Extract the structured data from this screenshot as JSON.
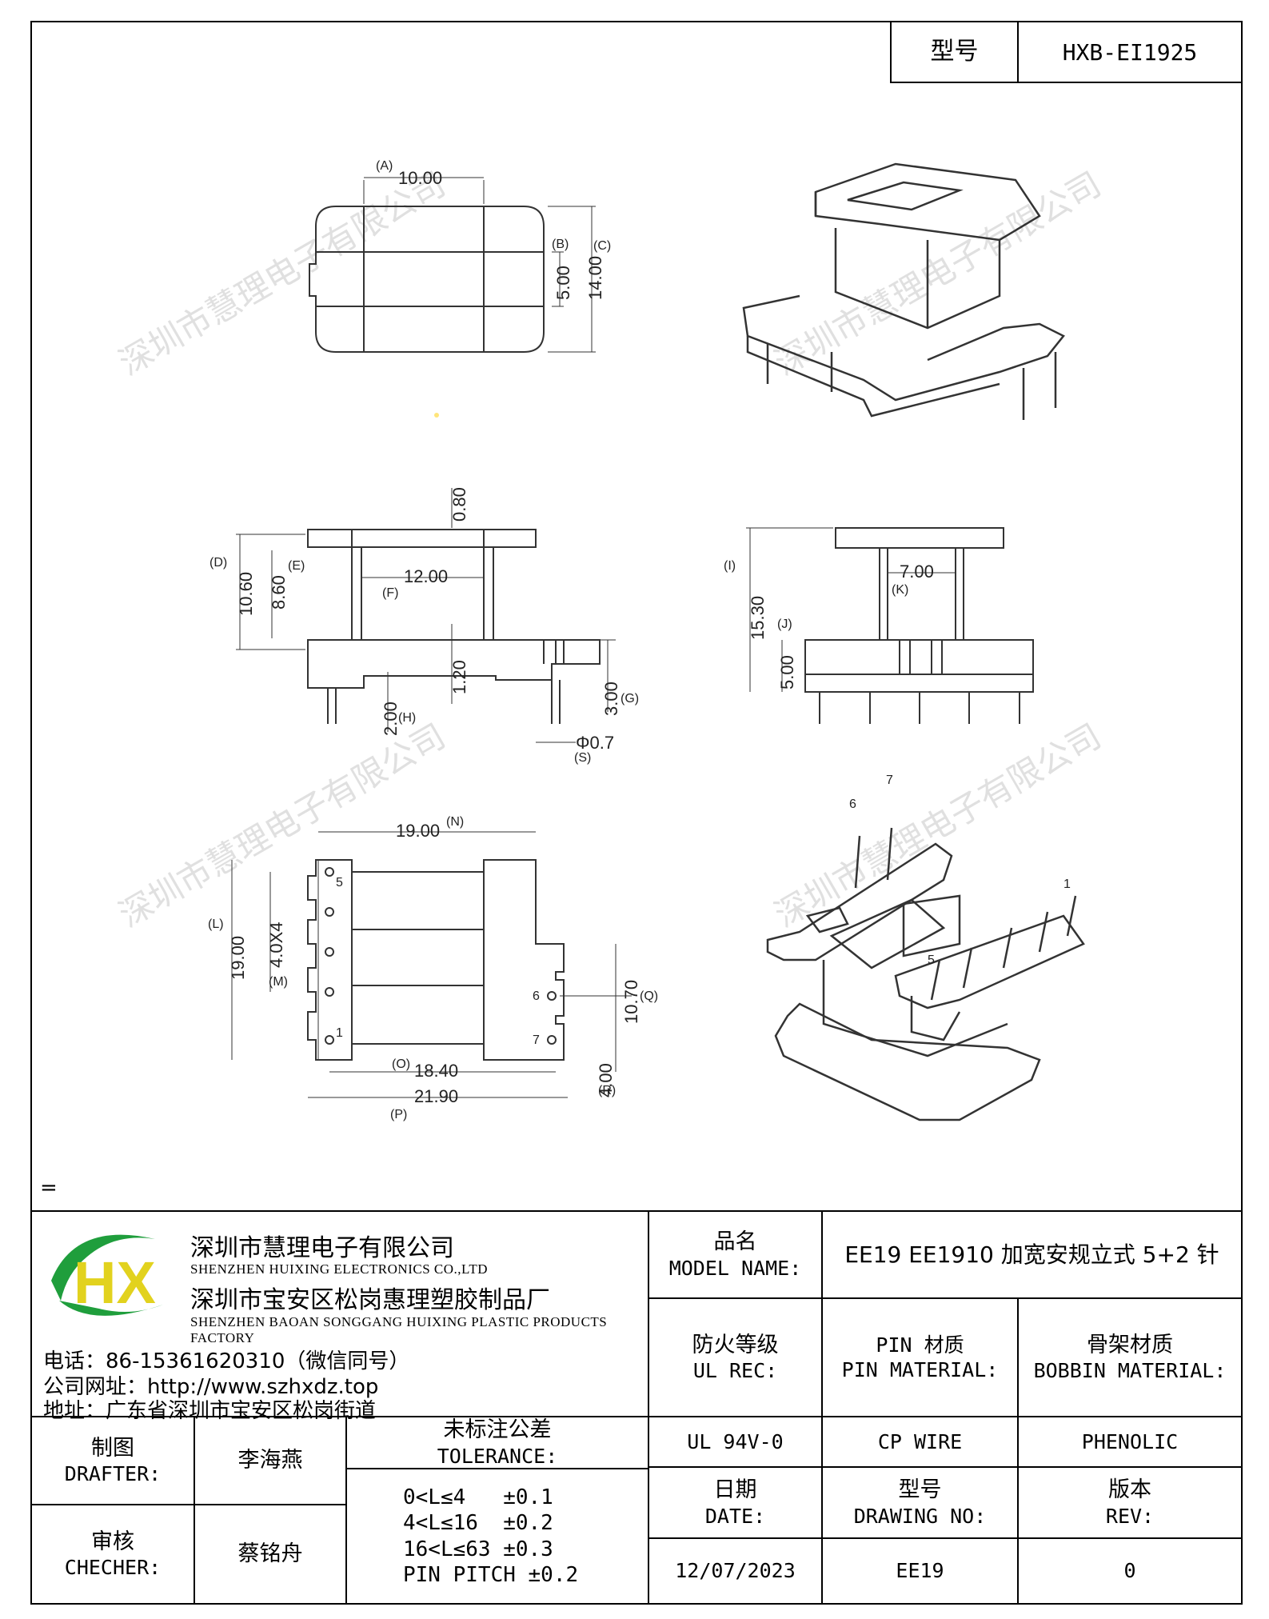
{
  "header": {
    "model_label": "型号",
    "model_value": "HXB-EI1925"
  },
  "watermark": "深圳市慧理电子有限公司",
  "drawing": {
    "top_view": {
      "a_label": "(A)",
      "a_value": "10.00",
      "b_label": "(B)",
      "b_value": "5.00",
      "c_label": "(C)",
      "c_value": "14.00"
    },
    "front_view": {
      "top_value": "0.80",
      "d_label": "(D)",
      "d_value": "10.60",
      "e_label": "(E)",
      "e_value": "8.60",
      "f_label": "(F)",
      "f_value": "12.00",
      "mid_value": "1.20",
      "h_label": "(H)",
      "h_value": "2.00",
      "g_label": "(G)",
      "g_value": "3.00",
      "s_label": "(S)",
      "s_value": "Φ0.7"
    },
    "side_view": {
      "i_label": "(I)",
      "i_value": "15.30",
      "j_label": "(J)",
      "j_value": "5.00",
      "k_label": "(K)",
      "k_value": "7.00"
    },
    "bottom_view": {
      "n_label": "(N)",
      "n_value": "19.00",
      "l_label": "(L)",
      "l_value": "19.00",
      "m_label": "(M)",
      "m_value": "4.0X4",
      "o_label": "(O)",
      "o_value": "18.40",
      "p_label": "(P)",
      "p_value": "21.90",
      "q_label": "(Q)",
      "q_value": "10.70",
      "r_label": "(R)",
      "r_value": "4.00",
      "pin_5": "5",
      "pin_1": "1",
      "pin_6": "6",
      "pin_7": "7"
    },
    "iso_pins": {
      "p6": "6",
      "p7": "7",
      "p1": "1",
      "p5": "5"
    }
  },
  "stray_mark": "=",
  "company": {
    "name_cn": "深圳市慧理电子有限公司",
    "name_en": "SHENZHEN HUIXING ELECTRONICS CO.,LTD",
    "factory_cn": "深圳市宝安区松岗惠理塑胶制品厂",
    "factory_en": "SHENZHEN BAOAN SONGGANG HUIXING PLASTIC PRODUCTS FACTORY",
    "phone": "电话：86-15361620310（微信同号）",
    "website": "公司网址：http://www.szhxdz.top",
    "address": "地址：广东省深圳市宝安区松岗街道",
    "logo_text": "HX",
    "colors": {
      "green": "#1f9e3c",
      "yellow": "#e2d21e"
    }
  },
  "titleblock": {
    "model_name_cn": "品名",
    "model_name_en": "MODEL NAME:",
    "model_name_value": "EE19 EE1910 加宽安规立式 5+2 针",
    "ul_cn": "防火等级",
    "ul_en": "UL REC:",
    "pin_cn": "PIN 材质",
    "pin_en": "PIN MATERIAL:",
    "bobbin_cn": "骨架材质",
    "bobbin_en": "BOBBIN MATERIAL:",
    "ul_value": "UL 94V-0",
    "pin_value": "CP WIRE",
    "bobbin_value": "PHENOLIC",
    "date_cn": "日期",
    "date_en": "DATE:",
    "drawing_cn": "型号",
    "drawing_en": "DRAWING NO:",
    "rev_cn": "版本",
    "rev_en": "REV:",
    "date_value": "12/07/2023",
    "drawing_value": "EE19",
    "rev_value": "0",
    "drafter_cn": "制图",
    "drafter_en": "DRAFTER:",
    "drafter_name": "李海燕",
    "checker_cn": "审核",
    "checker_en": "CHECHER:",
    "checker_name": "蔡铭舟",
    "tolerance_cn": "未标注公差",
    "tolerance_en": "TOLERANCE:",
    "tolerances": [
      "0<L≤4   ±0.1",
      "4<L≤16  ±0.2",
      "16<L≤63 ±0.3",
      "PIN PITCH ±0.2"
    ]
  }
}
